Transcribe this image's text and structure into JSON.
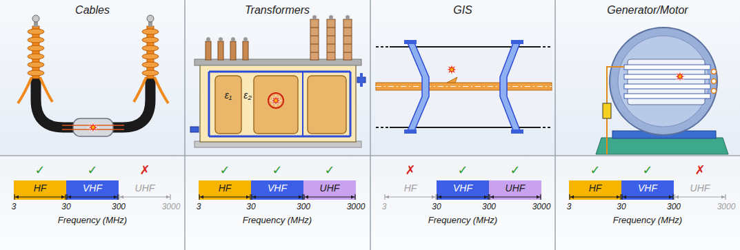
{
  "diagram": {
    "nodes": [
      {
        "text": [
          "Cables"
        ]
      },
      {
        "text": [
          "HF"
        ],
        "in": 0
      },
      {
        "text": [
          "VHF"
        ],
        "in": 0
      },
      {
        "text": [
          "UHF"
        ],
        "in": 0
      },
      {
        "text": [
          "Transformers"
        ]
      },
      {
        "text": [
          "HF"
        ],
        "in": 4
      },
      {
        "text": [
          "VHF"
        ],
        "in": 4
      },
      {
        "text": [
          "UHF"
        ],
        "in": 4
      },
      {
        "text": [
          "GIS"
        ]
      },
      {
        "text": [
          "HF"
        ],
        "in": 8
      },
      {
        "text": [
          "VHF"
        ],
        "in": 8
      },
      {
        "text": [
          "UHF"
        ],
        "in": 8
      },
      {
        "text": [
          "Generator/Motor"
        ]
      },
      {
        "text": [
          "HF"
        ],
        "in": 12
      },
      {
        "text": [
          "VHF"
        ],
        "in": 12
      },
      {
        "text": [
          "UHF"
        ],
        "in": 12
      }
    ],
    "labels": [
      "✓",
      "✓",
      "✗",
      "3",
      "30",
      "300",
      "3000",
      "Frequency (MHz)",
      "✓",
      "✓",
      "✓",
      "3",
      "30",
      "300",
      "3000",
      "Frequency (MHz)",
      "✗",
      "✓",
      "✓",
      "3",
      "30",
      "300",
      "3000",
      "Frequency (MHz)",
      "✓",
      "✓",
      "✗",
      "3",
      "30",
      "300",
      "3000",
      "Frequency (MHz)",
      "ε₁",
      "ε₂"
    ]
  }
}
